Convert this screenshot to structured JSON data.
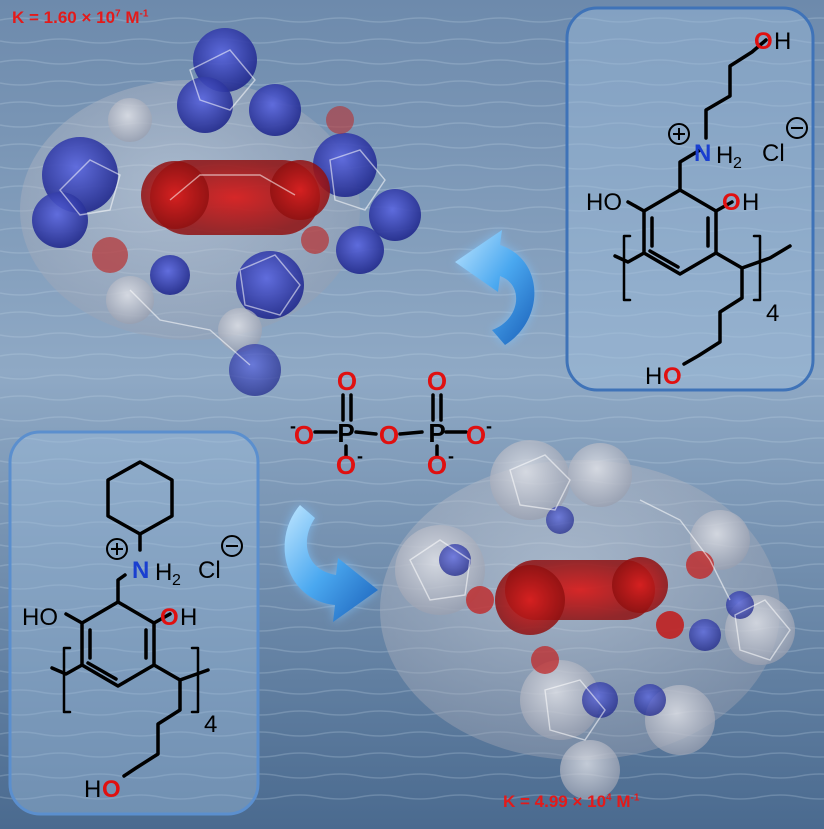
{
  "affinities": {
    "top": {
      "prefix": "K = 1.60 × 10",
      "exponent": "7",
      "unit": " M",
      "unit_exponent": "-1"
    },
    "bottom": {
      "prefix": "K = 4.99 × 10",
      "exponent": "4",
      "unit": " M",
      "unit_exponent": "-1"
    }
  },
  "pyrophosphate": {
    "phosphorus": "P",
    "oxygen": "O",
    "charge": "-"
  },
  "host_top": {
    "hydroxyl": "H",
    "ammonium_n": "N",
    "ammonium_h": "H",
    "ammonium_sub": "2",
    "counterion": "Cl",
    "hydroxyl_left": "HO",
    "hydroxyl_right_o": "O",
    "hydroxyl_right_h": "H",
    "repeat_count": "4",
    "terminal_ho_h": "H",
    "terminal_ho_o": "O",
    "terminal_top_o": "O",
    "terminal_top_h": "H"
  },
  "host_bottom": {
    "ammonium_n": "N",
    "ammonium_h": "H",
    "ammonium_sub": "2",
    "counterion": "Cl",
    "hydroxyl_left": "HO",
    "hydroxyl_right_o": "O",
    "hydroxyl_right_h": "H",
    "repeat_count": "4",
    "terminal_ho_h": "H",
    "terminal_ho_o": "O"
  },
  "colors": {
    "water_dark": "#4a6a8f",
    "water_light": "#8fa9c5",
    "box_border": "#3f73b8",
    "box_fill": "#8fb0d2",
    "oxygen_red": "#e01010",
    "nitrogen_blue": "#1a3fd0",
    "k_red": "#e31a1a",
    "arrow_blue": "#2f8fe0",
    "surface_red": "#c01818",
    "surface_blue": "#2a30b8"
  }
}
